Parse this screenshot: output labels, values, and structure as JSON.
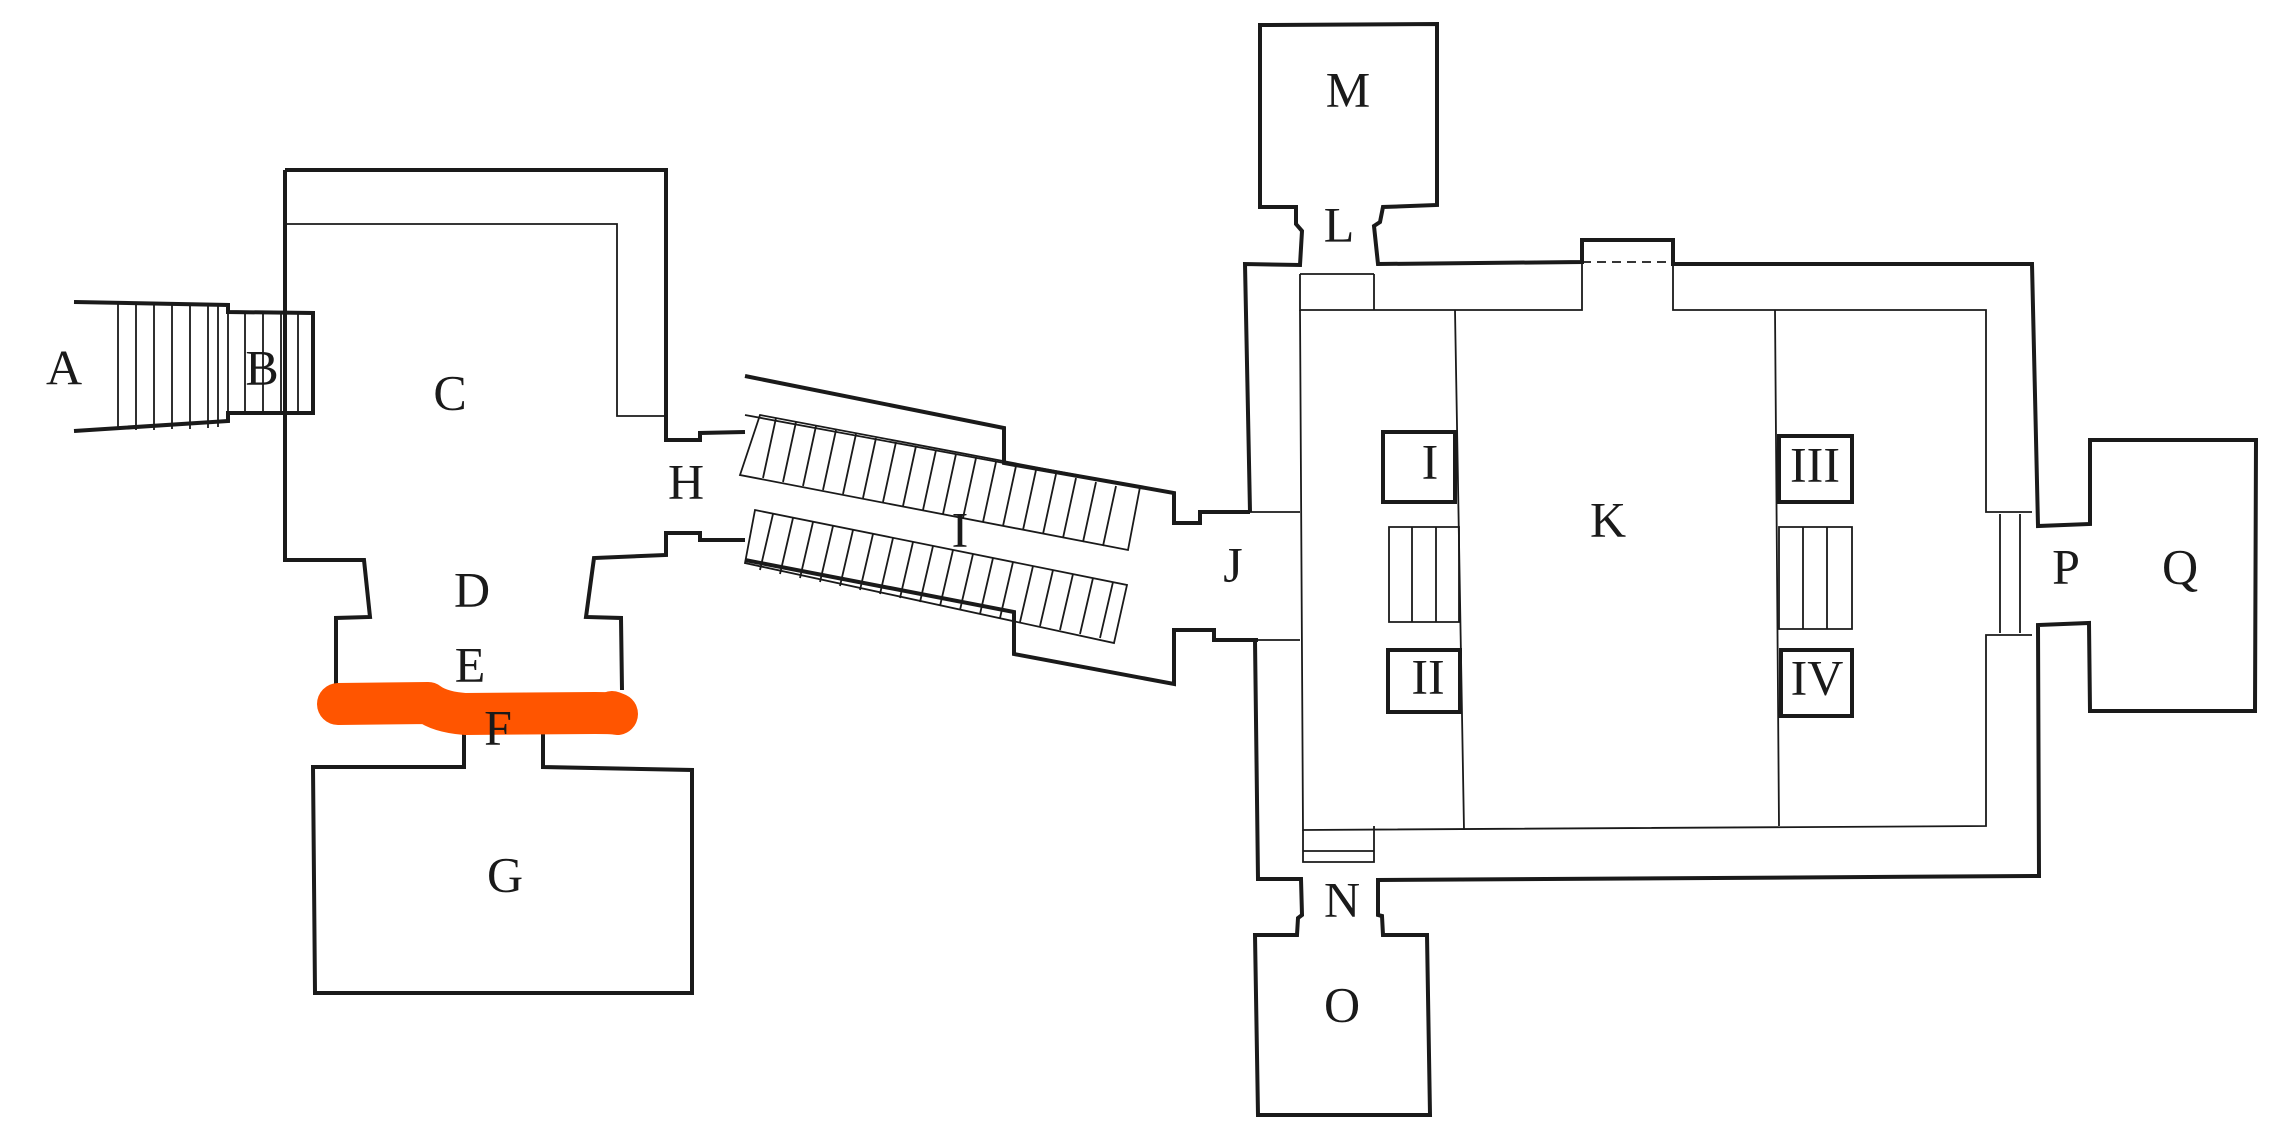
{
  "labels": {
    "A": "A",
    "B": "B",
    "C": "C",
    "D": "D",
    "E": "E",
    "F": "F",
    "G": "G",
    "H": "H",
    "I": "I",
    "J": "J",
    "K": "K",
    "L": "L",
    "M": "M",
    "N": "N",
    "O": "O",
    "P": "P",
    "Q": "Q",
    "pillar_1": "I",
    "pillar_2": "II",
    "pillar_3": "III",
    "pillar_4": "IV"
  },
  "colors": {
    "line": "#1a1a1a",
    "highlight": "#ff5500",
    "background": "#ffffff"
  }
}
